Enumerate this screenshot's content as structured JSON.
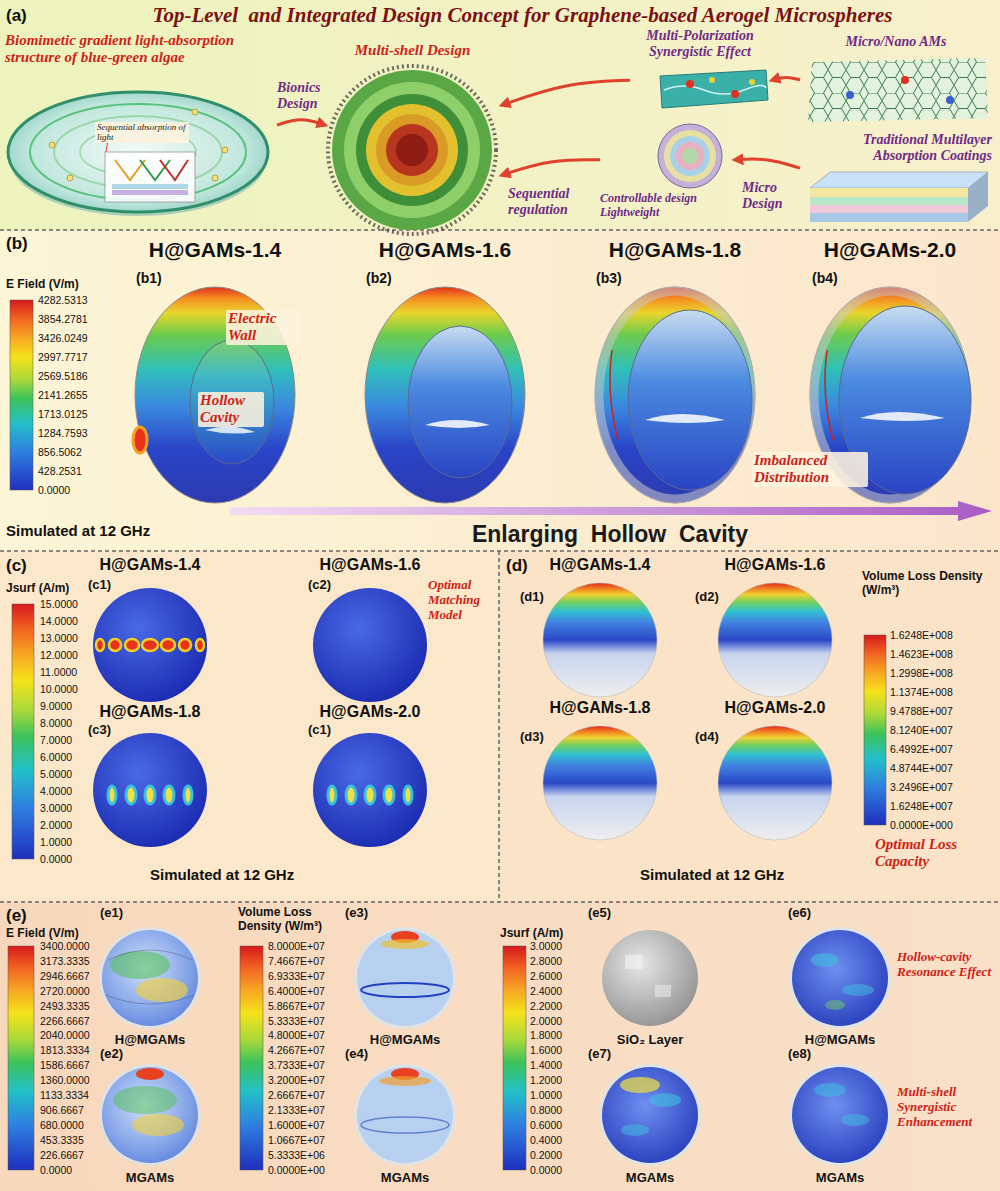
{
  "diagram": {
    "nodes": [
      {
        "text": [
          "(a)",
          "Top-Level  and Integrated Design Concept for Graphene-based Aerogel Microspheres"
        ]
      },
      {
        "text": [
          "Biomimetic gradient light-absorption structure of blue-green algae",
          "Sequential absorption of light"
        ],
        "in": 0
      },
      {
        "text": [
          "Multi-shell Design"
        ],
        "in": 0
      },
      {
        "text": [
          "Multi-Polarization Synergistic Effect"
        ],
        "in": 0
      },
      {
        "text": [
          "Micro/Nano AMs"
        ],
        "in": 0
      },
      {
        "text": [
          "Controllable design Lightweight"
        ],
        "in": 0
      },
      {
        "text": [
          "Traditional Multilayer Absorption Coatings"
        ],
        "in": 0
      },
      {
        "text": [
          "(b)"
        ]
      },
      {
        "text": [
          "(c)"
        ]
      },
      {
        "text": [
          "(d)"
        ]
      },
      {
        "text": [
          "(e)"
        ]
      }
    ],
    "edges": [
      {
        "from": 1,
        "to": 2,
        "arrow": "to",
        "label": "Bionics Design"
      },
      {
        "from": 3,
        "to": 2,
        "arrow": "to"
      },
      {
        "from": 4,
        "to": 3,
        "arrow": "to"
      },
      {
        "from": 6,
        "to": 5,
        "arrow": "to",
        "label": "Micro Design"
      },
      {
        "from": 5,
        "to": 2,
        "arrow": "to",
        "label": "Sequential regulation"
      }
    ],
    "labels": [
      "H@GAMs-1.4",
      "H@GAMs-1.6",
      "H@GAMs-1.8",
      "H@GAMs-2.0",
      "E Field (V/m)",
      "4282.5313",
      "3854.2781",
      "3426.0249",
      "2997.7717",
      "2569.5186",
      "2141.2655",
      "1713.0125",
      "1284.7593",
      "856.5062",
      "428.2531",
      "0.0000",
      "(b1)",
      "(b2)",
      "(b3)",
      "(b4)",
      "Electric Wall",
      "Hollow Cavity",
      "Imbalanced Distribution",
      "Simulated at 12 GHz",
      "Enlarging  Hollow  Cavity",
      "H@GAMs-1.4",
      "(c1)",
      "H@GAMs-1.6",
      "(c2)",
      "Optimal Matching Model",
      "H@GAMs-1.8",
      "(c3)",
      "H@GAMs-2.0",
      "(c1)",
      "Jsurf (A/m)",
      "15.0000",
      "14.0000",
      "13.0000",
      "12.0000",
      "11.0000",
      "10.0000",
      "9.0000",
      "8.0000",
      "7.0000",
      "6.0000",
      "5.0000",
      "4.0000",
      "3.0000",
      "2.0000",
      "1.0000",
      "0.0000",
      "Simulated at 12 GHz",
      "H@GAMs-1.4",
      "(d1)",
      "H@GAMs-1.6",
      "(d2)",
      "H@GAMs-1.8",
      "(d3)",
      "H@GAMs-2.0",
      "(d4)",
      "Volume Loss Density (W/m³)",
      "1.6248E+008",
      "1.4623E+008",
      "1.2998E+008",
      "1.1374E+008",
      "9.4788E+007",
      "8.1240E+007",
      "6.4992E+007",
      "4.8744E+007",
      "3.2496E+007",
      "1.6248E+007",
      "0.0000E+000",
      "Optimal Loss Capacity",
      "Simulated at 12 GHz",
      "(e1)",
      "E Field (V/m)",
      "3400.0000",
      "3173.3335",
      "2946.6667",
      "2720.0000",
      "2493.3335",
      "2266.6667",
      "2040.0000",
      "1813.3334",
      "1586.6667",
      "1360.0000",
      "1133.3334",
      "906.6667",
      "680.0000",
      "453.3335",
      "226.6667",
      "0.0000",
      "H@MGAMs",
      "(e2)",
      "MGAMs",
      "Volume Loss Density (W/m³)",
      "8.0000E+07",
      "7.4667E+07",
      "6.9333E+07",
      "6.4000E+07",
      "5.8667E+07",
      "5.3333E+07",
      "4.8000E+07",
      "4.2667E+07",
      "3.7333E+07",
      "3.2000E+07",
      "2.6667E+07",
      "2.1333E+07",
      "1.6000E+07",
      "1.0667E+07",
      "5.3333E+06",
      "0.0000E+00",
      "(e3)",
      "H@MGAMs",
      "(e4)",
      "MGAMs",
      "Jsurf (A/m)",
      "3.0000",
      "2.8000",
      "2.6000",
      "2.4000",
      "2.2000",
      "2.0000",
      "1.8000",
      "1.6000",
      "1.4000",
      "1.2000",
      "1.0000",
      "0.8000",
      "0.6000",
      "0.4000",
      "0.2000",
      "0.0000",
      "(e5)",
      "SiO₂ Layer",
      "(e7)",
      "MGAMs",
      "(e6)",
      "Hollow-cavity Resonance Effect",
      "H@MGAMs",
      "(e8)",
      "Multi-shell Synergistic Enhancement",
      "MGAMs"
    ]
  }
}
